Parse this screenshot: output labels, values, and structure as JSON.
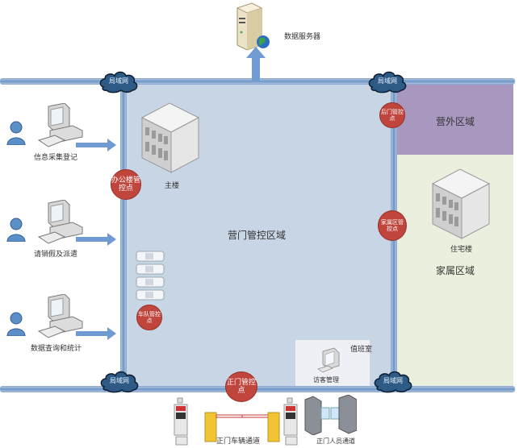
{
  "server": {
    "label": "数据服务器"
  },
  "network": {
    "lan_label": "局域网"
  },
  "zones": {
    "main": {
      "label": "营门管控区域",
      "color": "#c8d5e5"
    },
    "outer": {
      "label": "营外区域",
      "color": "#a898c0"
    },
    "family": {
      "label": "家属区域",
      "color": "#ebf0de"
    }
  },
  "buildings": {
    "main": {
      "label": "主楼"
    },
    "residential": {
      "label": "住宅楼"
    }
  },
  "workstations": [
    {
      "label": "信息采集登记"
    },
    {
      "label": "请销假及派遣"
    },
    {
      "label": "数据查询和统计"
    }
  ],
  "control_points": {
    "office": "办公楼管控点",
    "back_gate": "后门管控点",
    "family": "家属区管控点",
    "fleet": "车队管控点",
    "main_gate": "正门管控点"
  },
  "duty_room": {
    "title": "值班室",
    "visitor_label": "访客管理"
  },
  "gate": {
    "vehicle_lane": "正门车辆通道",
    "pedestrian_lane": "正门人员通道"
  },
  "colors": {
    "control_point": "#c0453d",
    "pipe": "#6f95c5",
    "arrow": "#6f9bd2"
  }
}
